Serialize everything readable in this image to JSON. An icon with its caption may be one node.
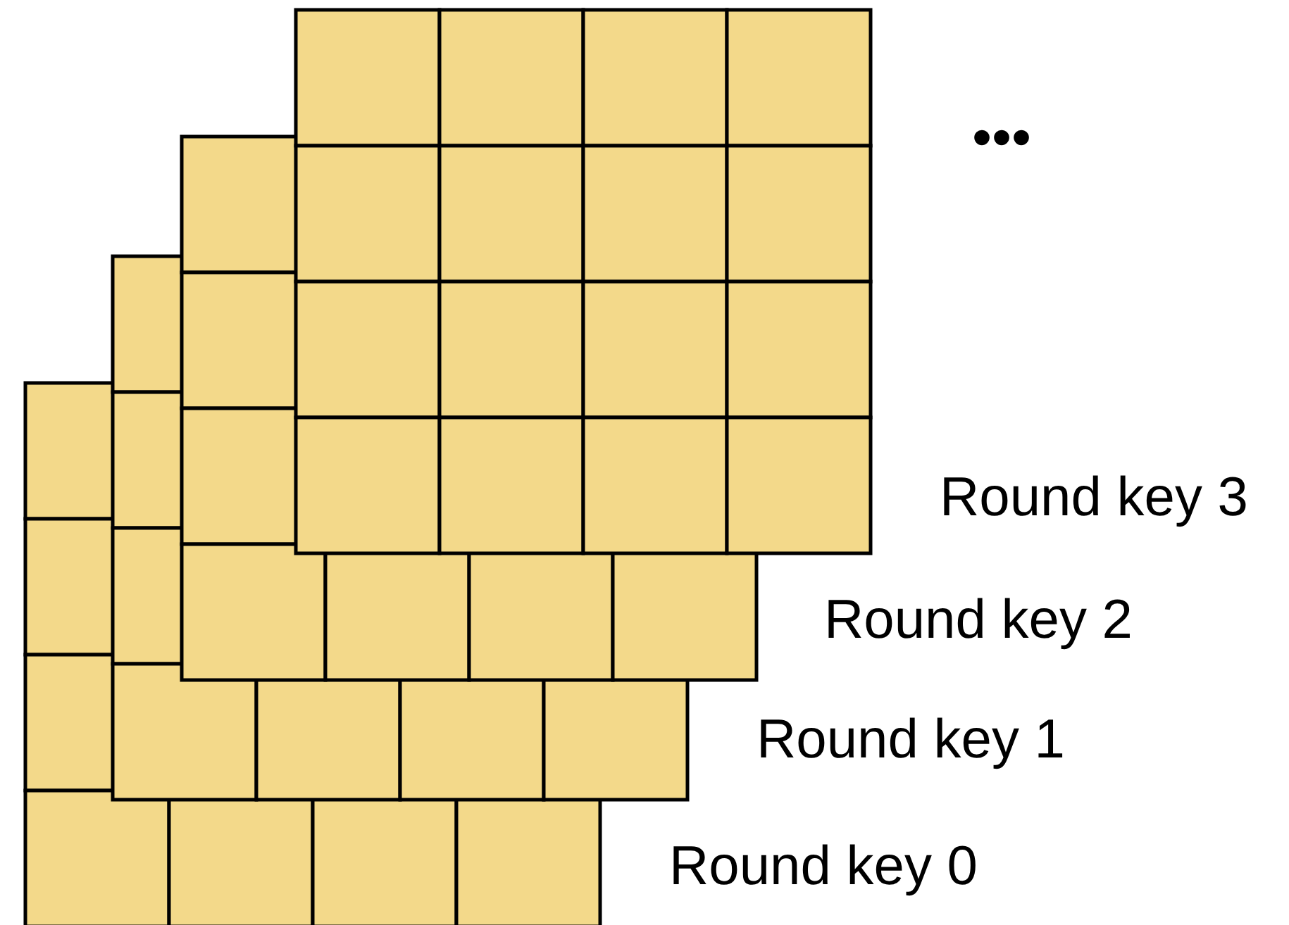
{
  "diagram": {
    "labels": [
      "•••",
      "Round key 3",
      "Round key 2",
      "Round key 1",
      "Round key 0"
    ]
  }
}
